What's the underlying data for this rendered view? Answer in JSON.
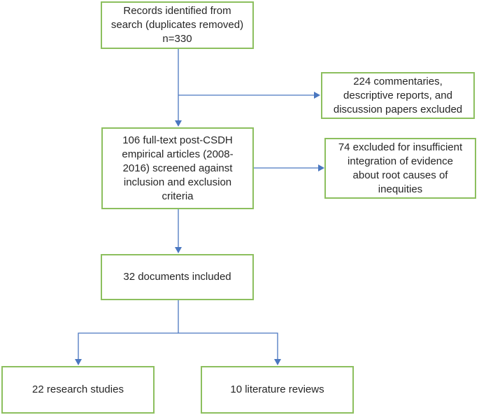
{
  "flowchart": {
    "identified": {
      "lines": [
        "Records identified from",
        "search (duplicates removed)",
        "n=330"
      ]
    },
    "excluded_first": {
      "lines": [
        "224  commentaries,",
        "descriptive reports, and",
        "discussion papers excluded"
      ]
    },
    "screened": {
      "lines": [
        "106 full-text post-CSDH",
        "empirical articles (2008-",
        "2016) screened against",
        "inclusion and exclusion",
        "criteria"
      ]
    },
    "excluded_second": {
      "lines": [
        "74 excluded for insufficient",
        "integration of evidence",
        "about root causes of",
        "inequities"
      ]
    },
    "included": {
      "lines": [
        "32 documents included"
      ]
    },
    "research_studies": {
      "lines": [
        "22 research studies"
      ]
    },
    "literature_reviews": {
      "lines": [
        "10 literature reviews"
      ]
    }
  },
  "colors": {
    "box_border": "#8cbf5e",
    "arrow": "#4a77c0",
    "text": "#262626"
  }
}
